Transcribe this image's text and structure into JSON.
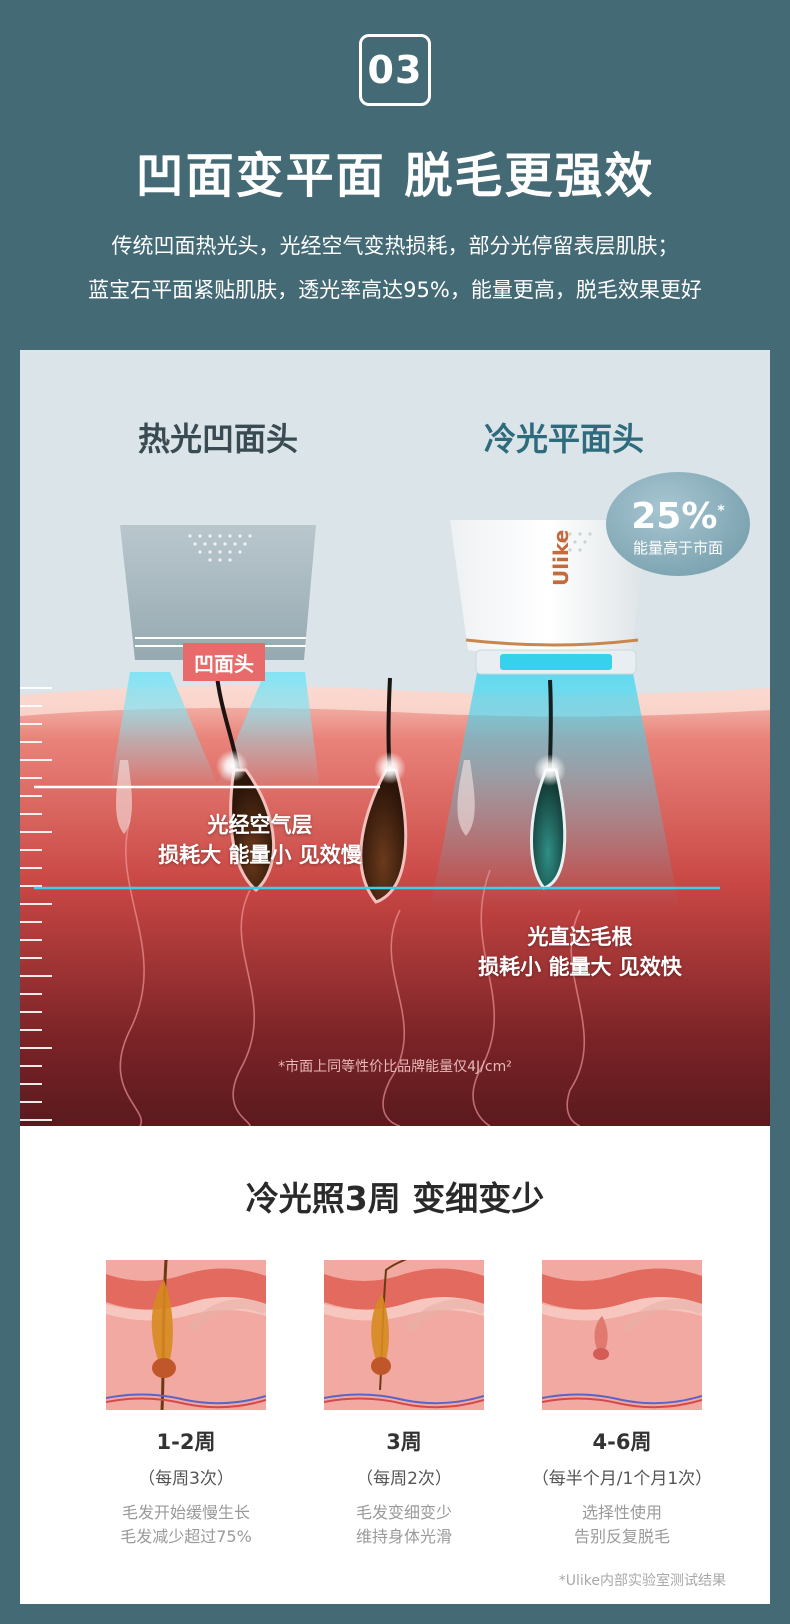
{
  "header": {
    "section_number": "03",
    "headline": "凹面变平面 脱毛更强效",
    "desc_line1": "传统凹面热光头，光经空气变热损耗，部分光停留表层肌肤；",
    "desc_line2": "蓝宝石平面紧贴肌肤，透光率高达95%，能量更高，脱毛效果更好"
  },
  "comparison": {
    "left_title": "热光凹面头",
    "right_title": "冷光平面头",
    "badge_value": "25%",
    "badge_mark": "*",
    "badge_text": "能量高于市面",
    "concave_label": "凹面头",
    "brand_mark": "Ulike",
    "left_text_1": "光经空气层",
    "left_text_2": "损耗大 能量小 见效慢",
    "right_text_1": "光直达毛根",
    "right_text_2": "损耗小 能量大 见效快",
    "footnote": "*市面上同等性价比品牌能量仅4J/cm²"
  },
  "results": {
    "title": "冷光照3周 变细变少",
    "stages": [
      {
        "week": "1-2周",
        "freq": "（每周3次）",
        "note1": "毛发开始缓慢生长",
        "note2": "毛发减少超过75%"
      },
      {
        "week": "3周",
        "freq": "（每周2次）",
        "note1": "毛发变细变少",
        "note2": "维持身体光滑"
      },
      {
        "week": "4-6周",
        "freq": "（每半个月/1个月1次）",
        "note1": "选择性使用",
        "note2": "告别反复脱毛"
      }
    ],
    "footnote": "*Ulike内部实验室测试结果"
  },
  "colors": {
    "background": "#446a75",
    "skin_red": "#d9504c",
    "light_blue": "#36d2ec",
    "accent_coral": "#e96a6a"
  }
}
